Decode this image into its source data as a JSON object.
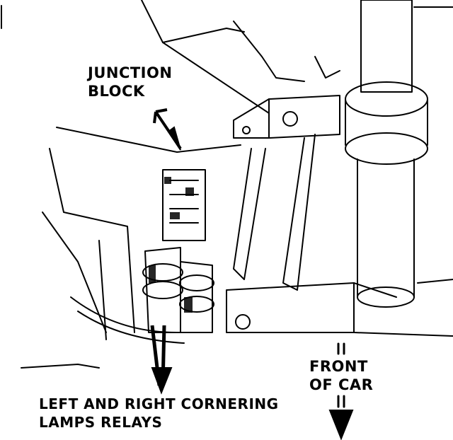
{
  "labels": {
    "junction_block": [
      "JUNCTION",
      "BLOCK"
    ],
    "relays": [
      "LEFT AND RIGHT CORNERING",
      "LAMPS RELAYS"
    ],
    "front_of_car": [
      "FRONT",
      "OF CAR"
    ]
  },
  "colors": {
    "ink": "#000000",
    "paper": "#ffffff"
  }
}
